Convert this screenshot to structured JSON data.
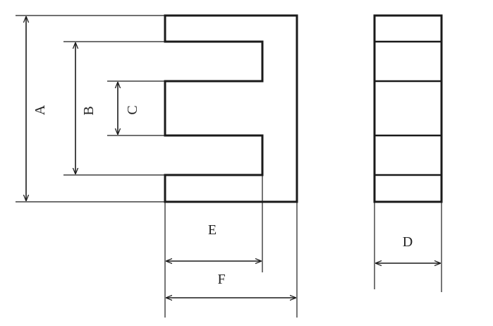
{
  "diagram": {
    "labels": {
      "a": "A",
      "b": "B",
      "c": "C",
      "d": "D",
      "e": "E",
      "f": "F"
    },
    "colors": {
      "stroke": "#1a1a1a",
      "background": "#ffffff"
    }
  }
}
